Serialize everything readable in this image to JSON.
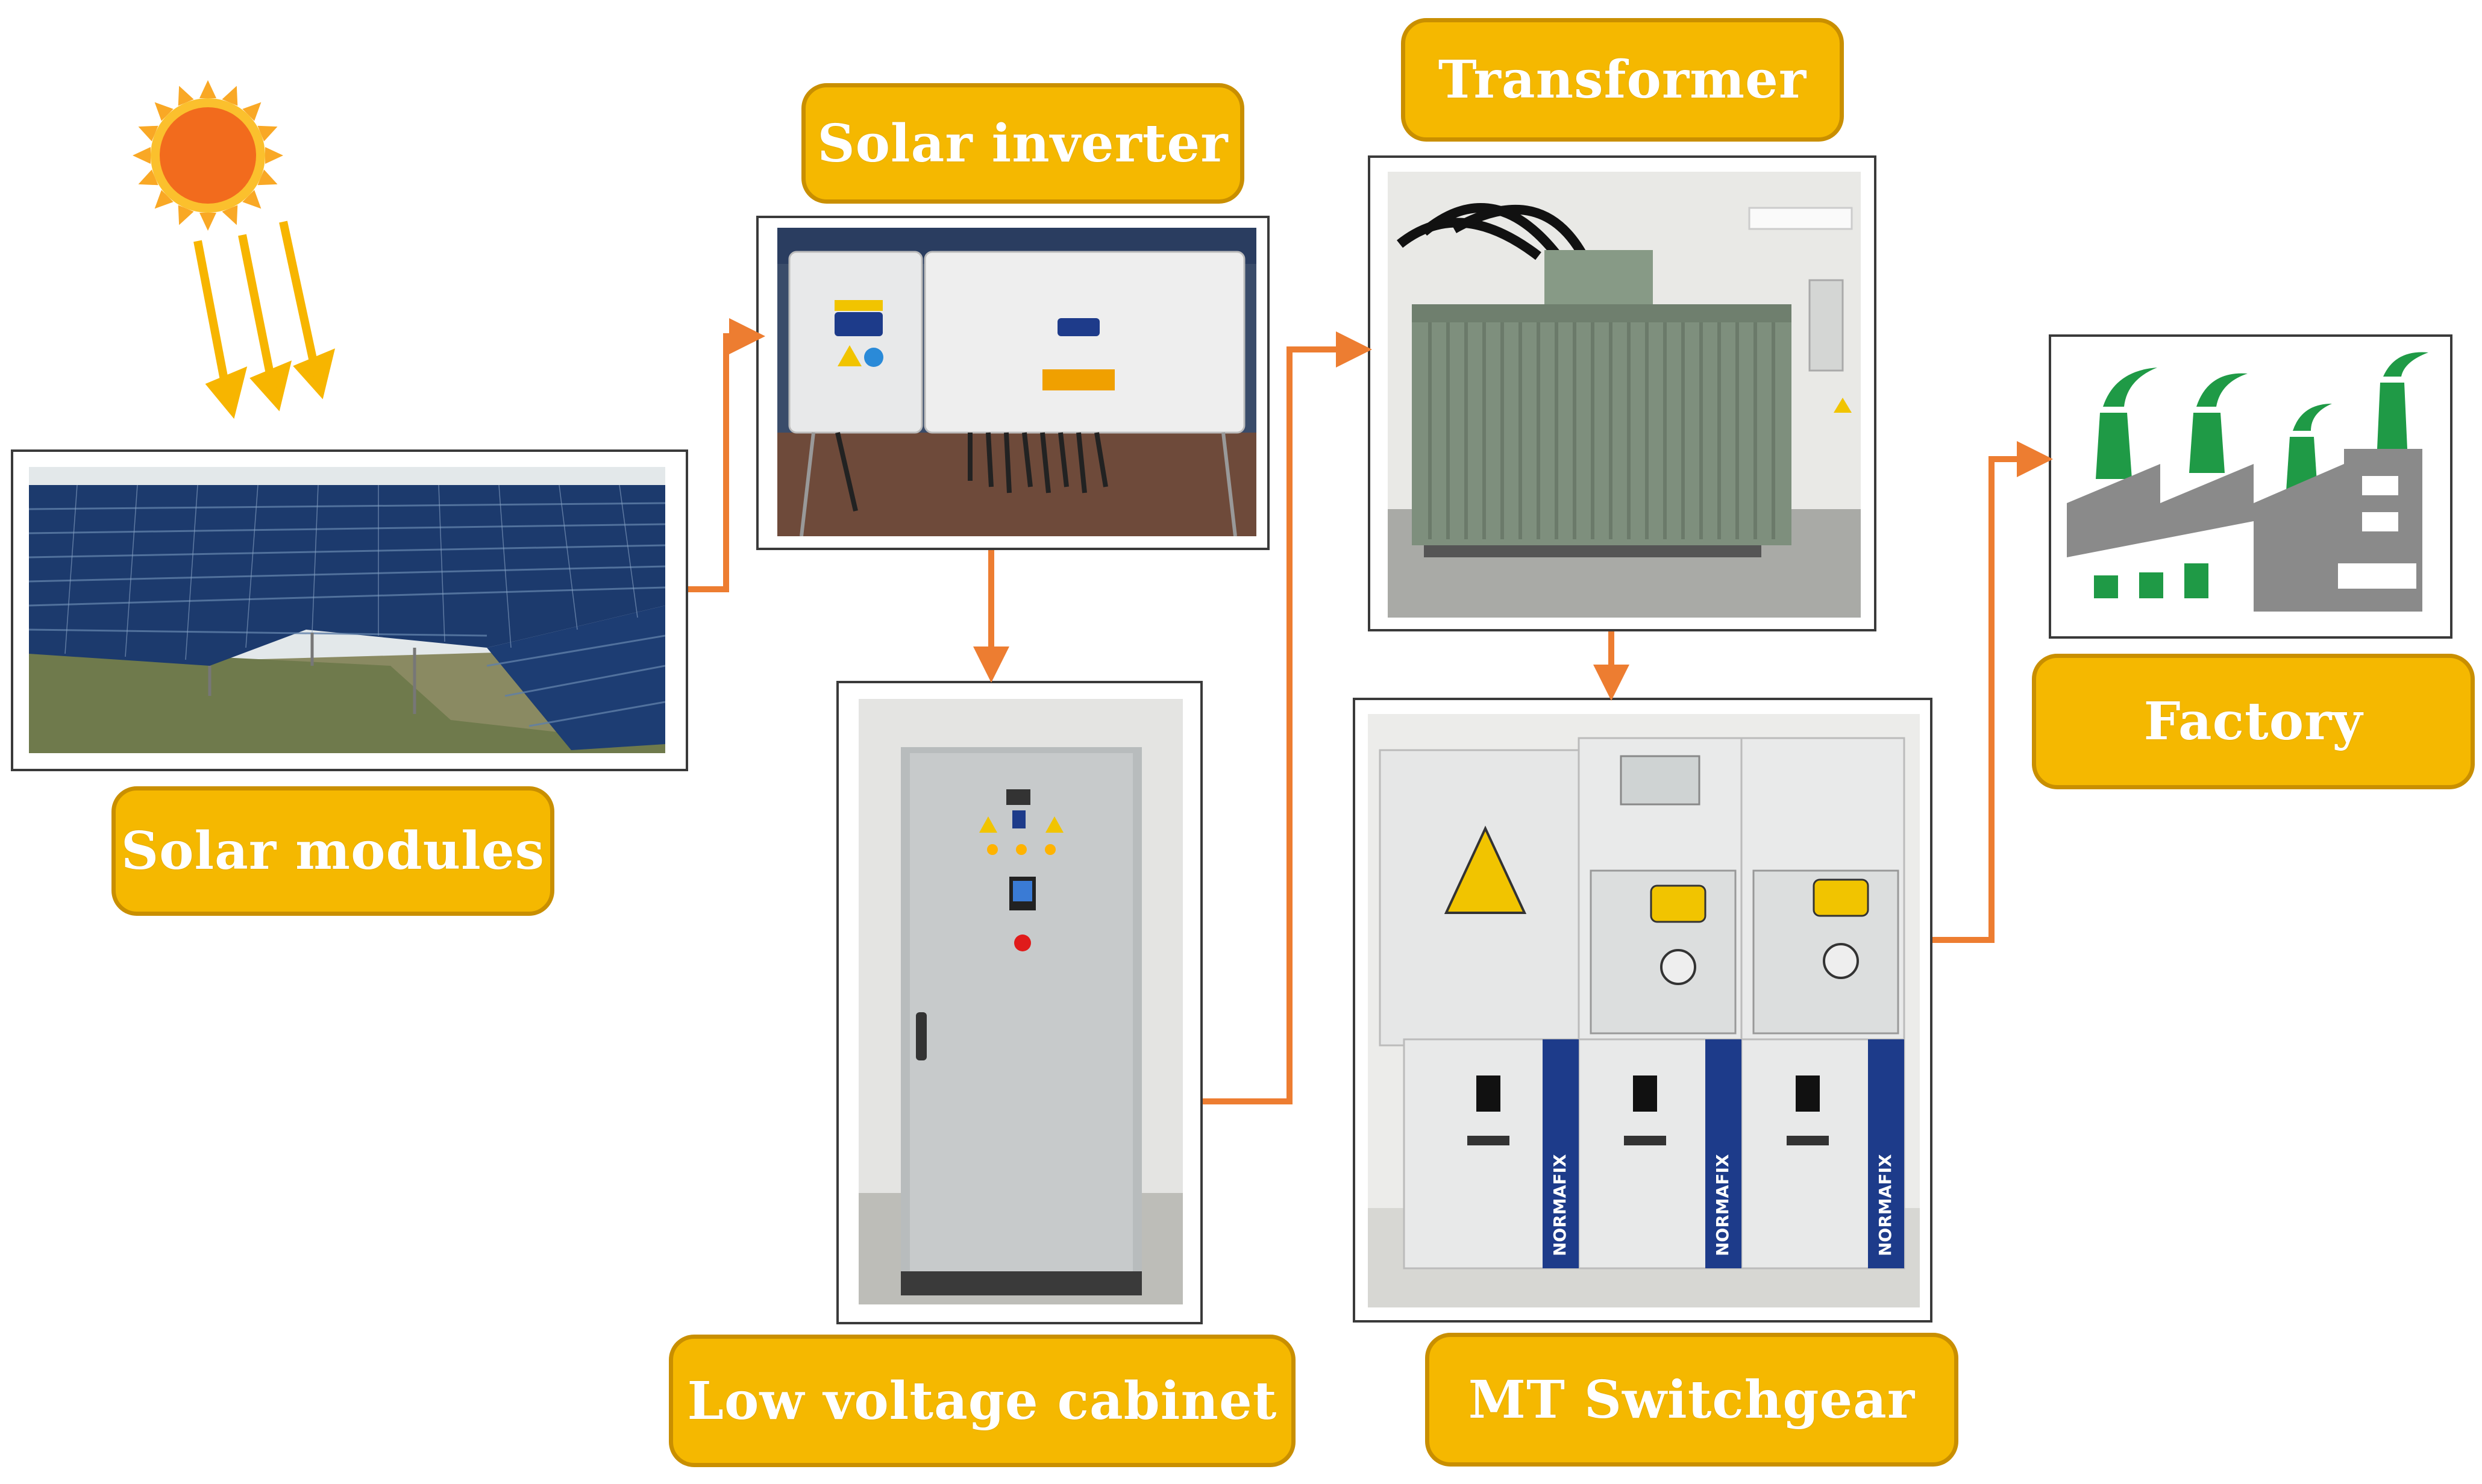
{
  "labels": {
    "solar_modules": "Solar modules",
    "solar_inverter": "Solar inverter",
    "low_voltage_cabinet": "Low voltage cabinet",
    "transformer": "Transformer",
    "mt_switchgear": "MT Switchgear",
    "factory": "Factory"
  },
  "switchgear_brand": "NORMAFIX",
  "colors": {
    "label_fill": "#f5b800",
    "label_border": "#c98f00",
    "arrow": "#ed7d31",
    "sun": "#f7941d",
    "factory_gray": "#8a8a8a",
    "factory_green": "#1f9a46"
  }
}
